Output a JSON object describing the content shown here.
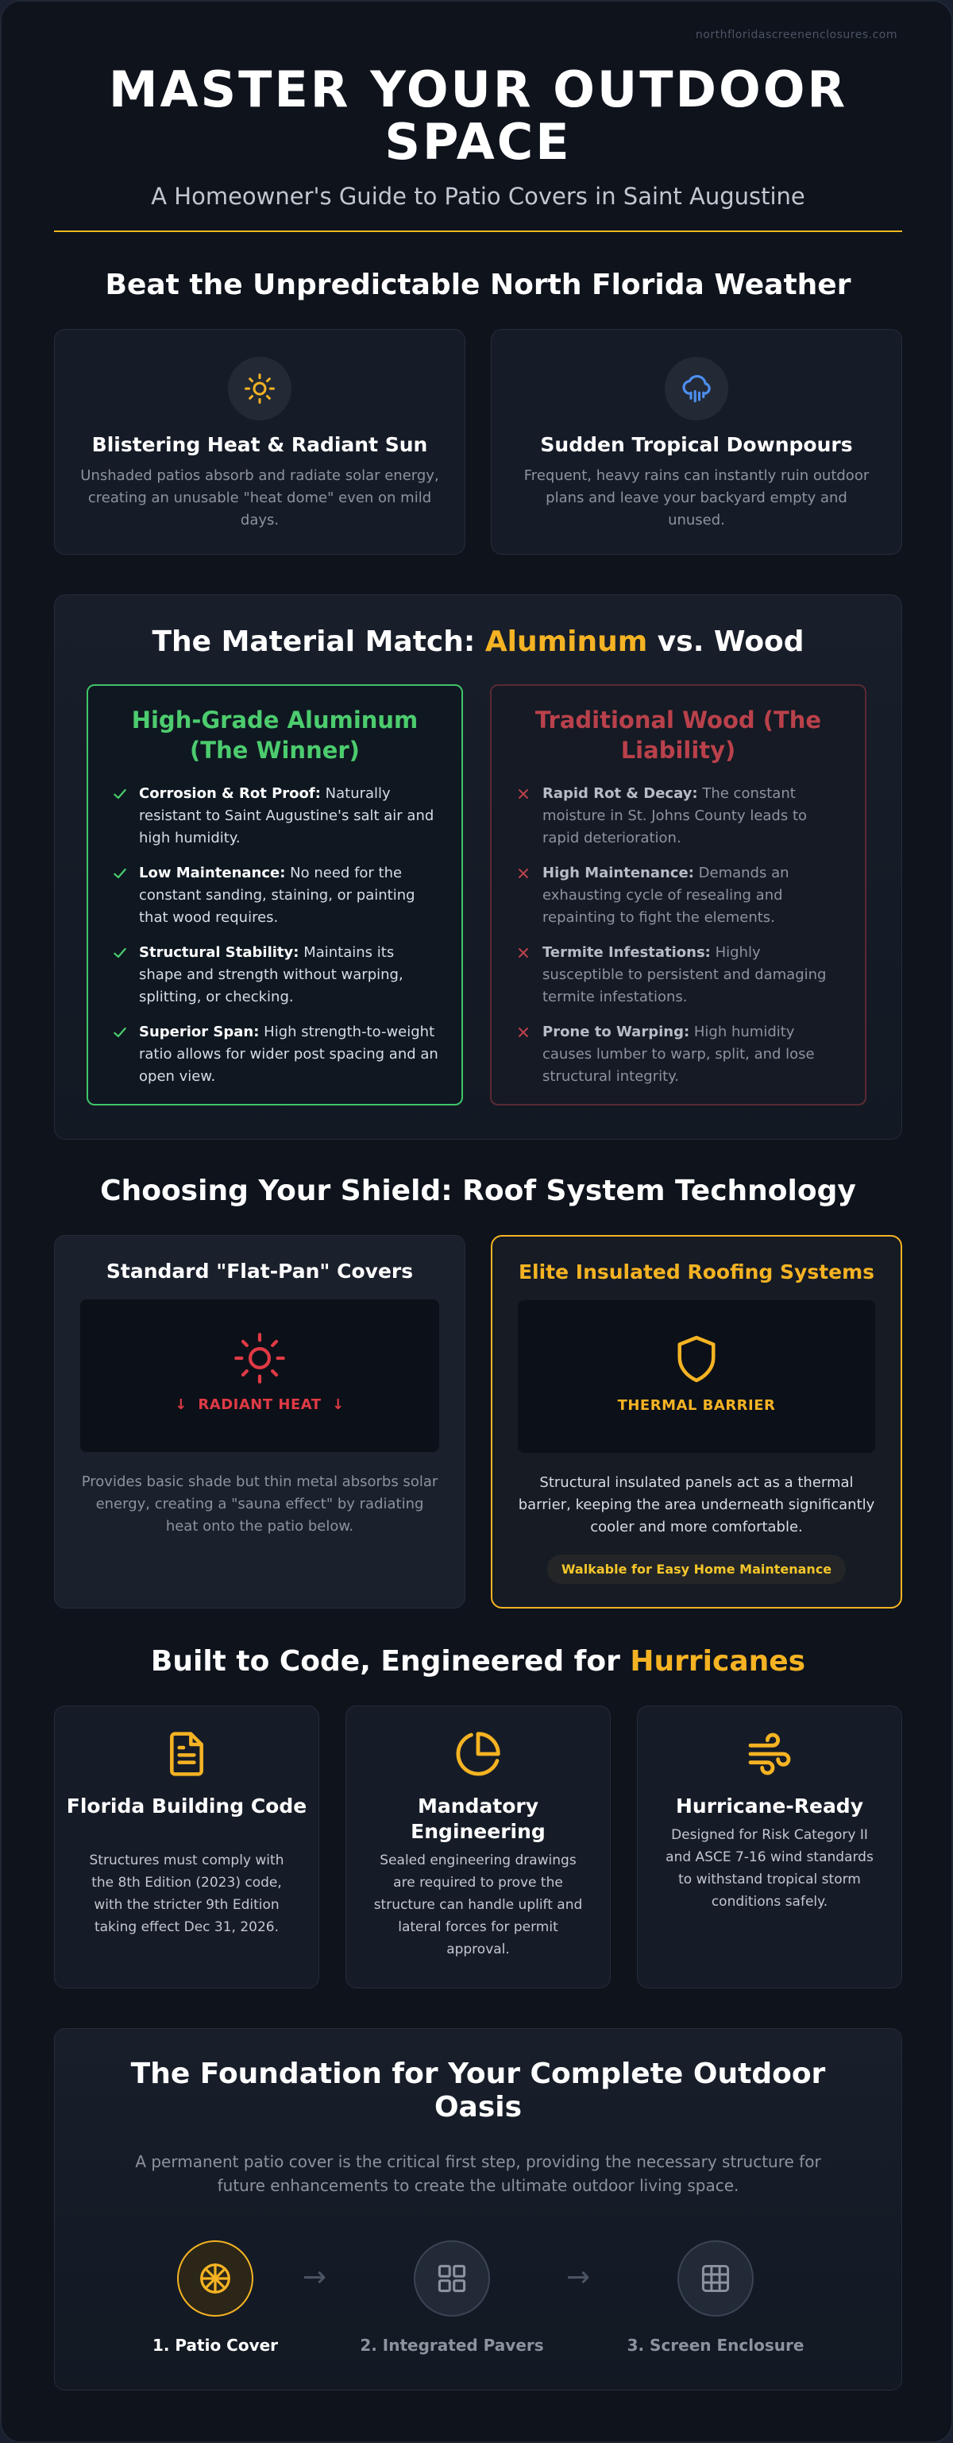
{
  "site": {
    "url": "northfloridascreenenclosures.com"
  },
  "hero": {
    "title_line1": "MASTER YOUR OUTDOOR",
    "title_line2": "SPACE",
    "subtitle": "A Homeowner's Guide to Patio Covers in Saint Augustine"
  },
  "weather": {
    "title": "Beat the Unpredictable North Florida Weather",
    "cards": [
      {
        "icon": "sun-icon",
        "title": "Blistering Heat & Radiant Sun",
        "desc": "Unshaded patios absorb and radiate solar energy, creating an unusable \"heat dome\" even on mild days."
      },
      {
        "icon": "rain-cloud-icon",
        "title": "Sudden Tropical Downpours",
        "desc": "Frequent, heavy rains can instantly ruin outdoor plans and leave your backyard empty and unused."
      }
    ]
  },
  "materials": {
    "title_pre": "The Material Match: ",
    "title_accent": "Aluminum",
    "title_post": " vs. Wood",
    "aluminum": {
      "heading": "High-Grade Aluminum (The Winner)",
      "items": [
        {
          "term": "Corrosion & Rot Proof:",
          "text": " Naturally resistant to Saint Augustine's salt air and high humidity."
        },
        {
          "term": "Low Maintenance:",
          "text": " No need for the constant sanding, staining, or painting that wood requires."
        },
        {
          "term": "Structural Stability:",
          "text": " Maintains its shape and strength without warping, splitting, or checking."
        },
        {
          "term": "Superior Span:",
          "text": " High strength-to-weight ratio allows for wider post spacing and an open view."
        }
      ]
    },
    "wood": {
      "heading": "Traditional Wood (The Liability)",
      "items": [
        {
          "term": "Rapid Rot & Decay:",
          "text": " The constant moisture in St. Johns County leads to rapid deterioration."
        },
        {
          "term": "High Maintenance:",
          "text": " Demands an exhausting cycle of resealing and repainting to fight the elements."
        },
        {
          "term": "Termite Infestations:",
          "text": " Highly susceptible to persistent and damaging termite infestations."
        },
        {
          "term": "Prone to Warping:",
          "text": " High humidity causes lumber to warp, split, and lose structural integrity."
        }
      ]
    }
  },
  "roof": {
    "title": "Choosing Your Shield: Roof System Technology",
    "standard": {
      "title": "Standard \"Flat-Pan\" Covers",
      "panel_label": "RADIANT HEAT",
      "arrow": "↓",
      "desc": "Provides basic shade but thin metal absorbs solar energy, creating a \"sauna effect\" by radiating heat onto the patio below."
    },
    "elite": {
      "title": "Elite Insulated Roofing Systems",
      "panel_label": "THERMAL BARRIER",
      "desc": "Structural insulated panels act as a thermal barrier, keeping the area underneath significantly cooler and more comfortable.",
      "badge": "Walkable for Easy Home Maintenance"
    }
  },
  "code": {
    "title_pre": "Built to Code, Engineered for ",
    "title_accent": "Hurricanes",
    "cards": [
      {
        "icon": "document-icon",
        "title": "Florida Building Code",
        "desc": "Structures must comply with the 8th Edition (2023) code, with the stricter 9th Edition taking effect Dec 31, 2026."
      },
      {
        "icon": "pie-chart-icon",
        "title": "Mandatory Engineering",
        "desc": "Sealed engineering drawings are required to prove the structure can handle uplift and lateral forces for permit approval."
      },
      {
        "icon": "wind-icon",
        "title": "Hurricane-Ready",
        "desc": "Designed for Risk Category II and ASCE 7-16 wind standards to withstand tropical storm conditions safely."
      }
    ]
  },
  "oasis": {
    "title": "The Foundation for Your Complete Outdoor Oasis",
    "desc": "A permanent patio cover is the critical first step, providing the necessary structure for future enhancements to create the ultimate outdoor living space.",
    "arrow": "→",
    "steps": [
      {
        "label": "1. Patio Cover",
        "icon": "patio-cover-icon"
      },
      {
        "label": "2. Integrated Pavers",
        "icon": "pavers-icon"
      },
      {
        "label": "3. Screen Enclosure",
        "icon": "screen-enclosure-icon"
      }
    ]
  },
  "colors": {
    "accent": "#f5b323",
    "good": "#4ccc6e",
    "bad": "#b9414b",
    "background": "#0e131c"
  }
}
